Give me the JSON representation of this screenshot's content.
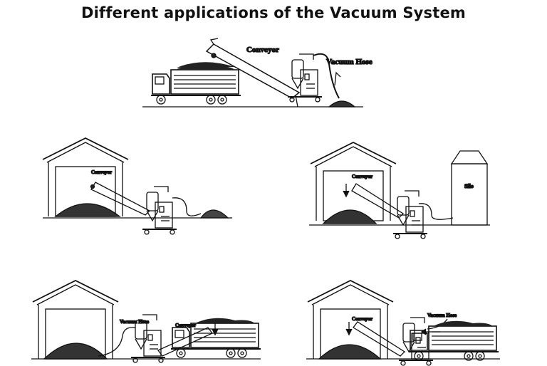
{
  "title": "Different applications  of the Vacuum System",
  "labels": {
    "conveyor": "Conveyor",
    "vacuum_hose": "Vacuum Hose",
    "silo": "Silo"
  },
  "panels": [
    {
      "name": "truck-to-pile",
      "labels": [
        "Conveyor",
        "Vacuum Hose"
      ]
    },
    {
      "name": "pile-to-warehouse",
      "labels": [
        "Conveyor"
      ]
    },
    {
      "name": "warehouse-to-silo",
      "labels": [
        "Conveyor",
        "Silo"
      ]
    },
    {
      "name": "warehouse-to-truck",
      "labels": [
        "Vacuum Hose",
        "Conveyor"
      ]
    },
    {
      "name": "truck-to-warehouse",
      "labels": [
        "Conveyor",
        "Vacuum Hose"
      ]
    }
  ]
}
